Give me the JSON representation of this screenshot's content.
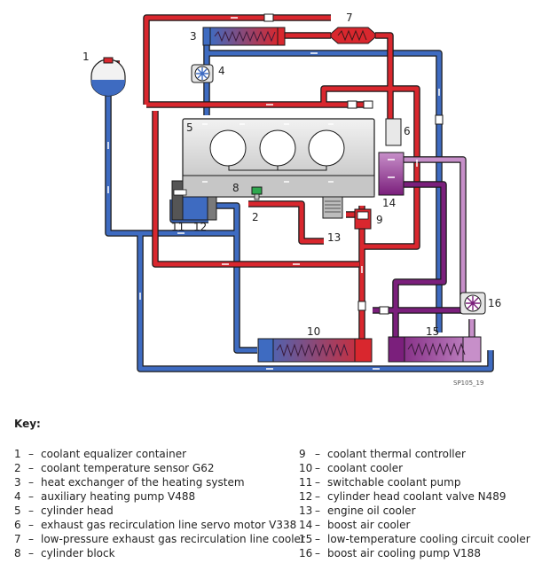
{
  "diagram": {
    "callouts": [
      "1",
      "2",
      "3",
      "4",
      "5",
      "6",
      "7",
      "8",
      "9",
      "10",
      "11",
      "12",
      "13",
      "14",
      "15",
      "16"
    ],
    "reference": "SP105_19",
    "colors": {
      "hot": "#d9272e",
      "cold": "#3e6bc1",
      "low_temp": "#7b1f7c",
      "low_temp_light": "#c78fc9",
      "block_gray": "#d4d4d4",
      "pipe_outline": "#1a1a1a"
    },
    "icons": [
      "expansion-tank-icon",
      "pump-icon",
      "heat-exchanger-icon",
      "sensor-icon",
      "valve-icon",
      "oil-cooler-icon",
      "thermostat-icon"
    ]
  },
  "key": {
    "title": "Key:",
    "separator": "–",
    "left": [
      {
        "n": "1",
        "label": "coolant equalizer container"
      },
      {
        "n": "2",
        "label": "coolant temperature sensor G62"
      },
      {
        "n": "3",
        "label": "heat exchanger of the heating system"
      },
      {
        "n": "4",
        "label": "auxiliary heating pump V488"
      },
      {
        "n": "5",
        "label": "cylinder head"
      },
      {
        "n": "6",
        "label": "exhaust gas recirculation line servo motor V338"
      },
      {
        "n": "7",
        "label": "low-pressure exhaust gas recirculation line cooler"
      },
      {
        "n": "8",
        "label": "cylinder block"
      }
    ],
    "right": [
      {
        "n": "9",
        "label": "coolant thermal controller"
      },
      {
        "n": "10",
        "label": "coolant cooler"
      },
      {
        "n": "11",
        "label": "switchable coolant pump"
      },
      {
        "n": "12",
        "label": "cylinder head coolant valve N489"
      },
      {
        "n": "13",
        "label": "engine oil cooler"
      },
      {
        "n": "14",
        "label": "boost air cooler"
      },
      {
        "n": "15",
        "label": "low-temperature cooling circuit cooler"
      },
      {
        "n": "16",
        "label": "boost air cooling pump V188"
      }
    ]
  }
}
